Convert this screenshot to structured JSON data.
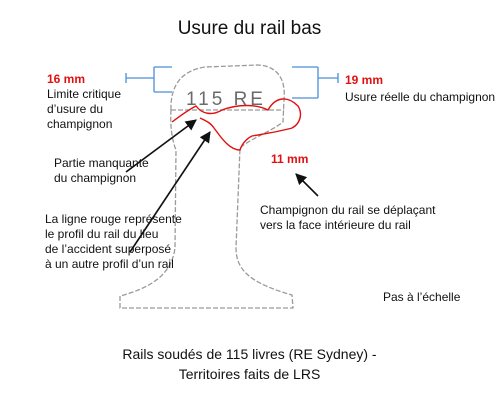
{
  "title": "Usure du rail bas",
  "left_measure": {
    "value": "16 mm",
    "label_lines": [
      "Limite critique",
      "d’usure du",
      "champignon"
    ]
  },
  "right_measure": {
    "value": "19 mm",
    "label": "Usure réelle du champignon"
  },
  "inner_measure": {
    "value": "11 mm"
  },
  "rail_stamp": "115 RE",
  "annotations": {
    "missing_part": [
      "Partie manquante",
      "du champignon"
    ],
    "red_line": [
      "La ligne rouge représente",
      "le profil du rail du lieu",
      "de l’accident superposé",
      "à un autre profil d’un rail"
    ],
    "head_moving": [
      "Champignon du rail se déplaçant",
      "vers la face intérieure du rail"
    ],
    "scale_note": "Pas à l’échelle"
  },
  "caption": [
    "Rails soudés de 115 livres (RE Sydney) -",
    "Territoires faits de LRS"
  ],
  "colors": {
    "accent_red": "#e01010",
    "measure_blue": "#4a8fd8",
    "rail_outline": "#9a9a9a",
    "arrow": "#111111"
  }
}
